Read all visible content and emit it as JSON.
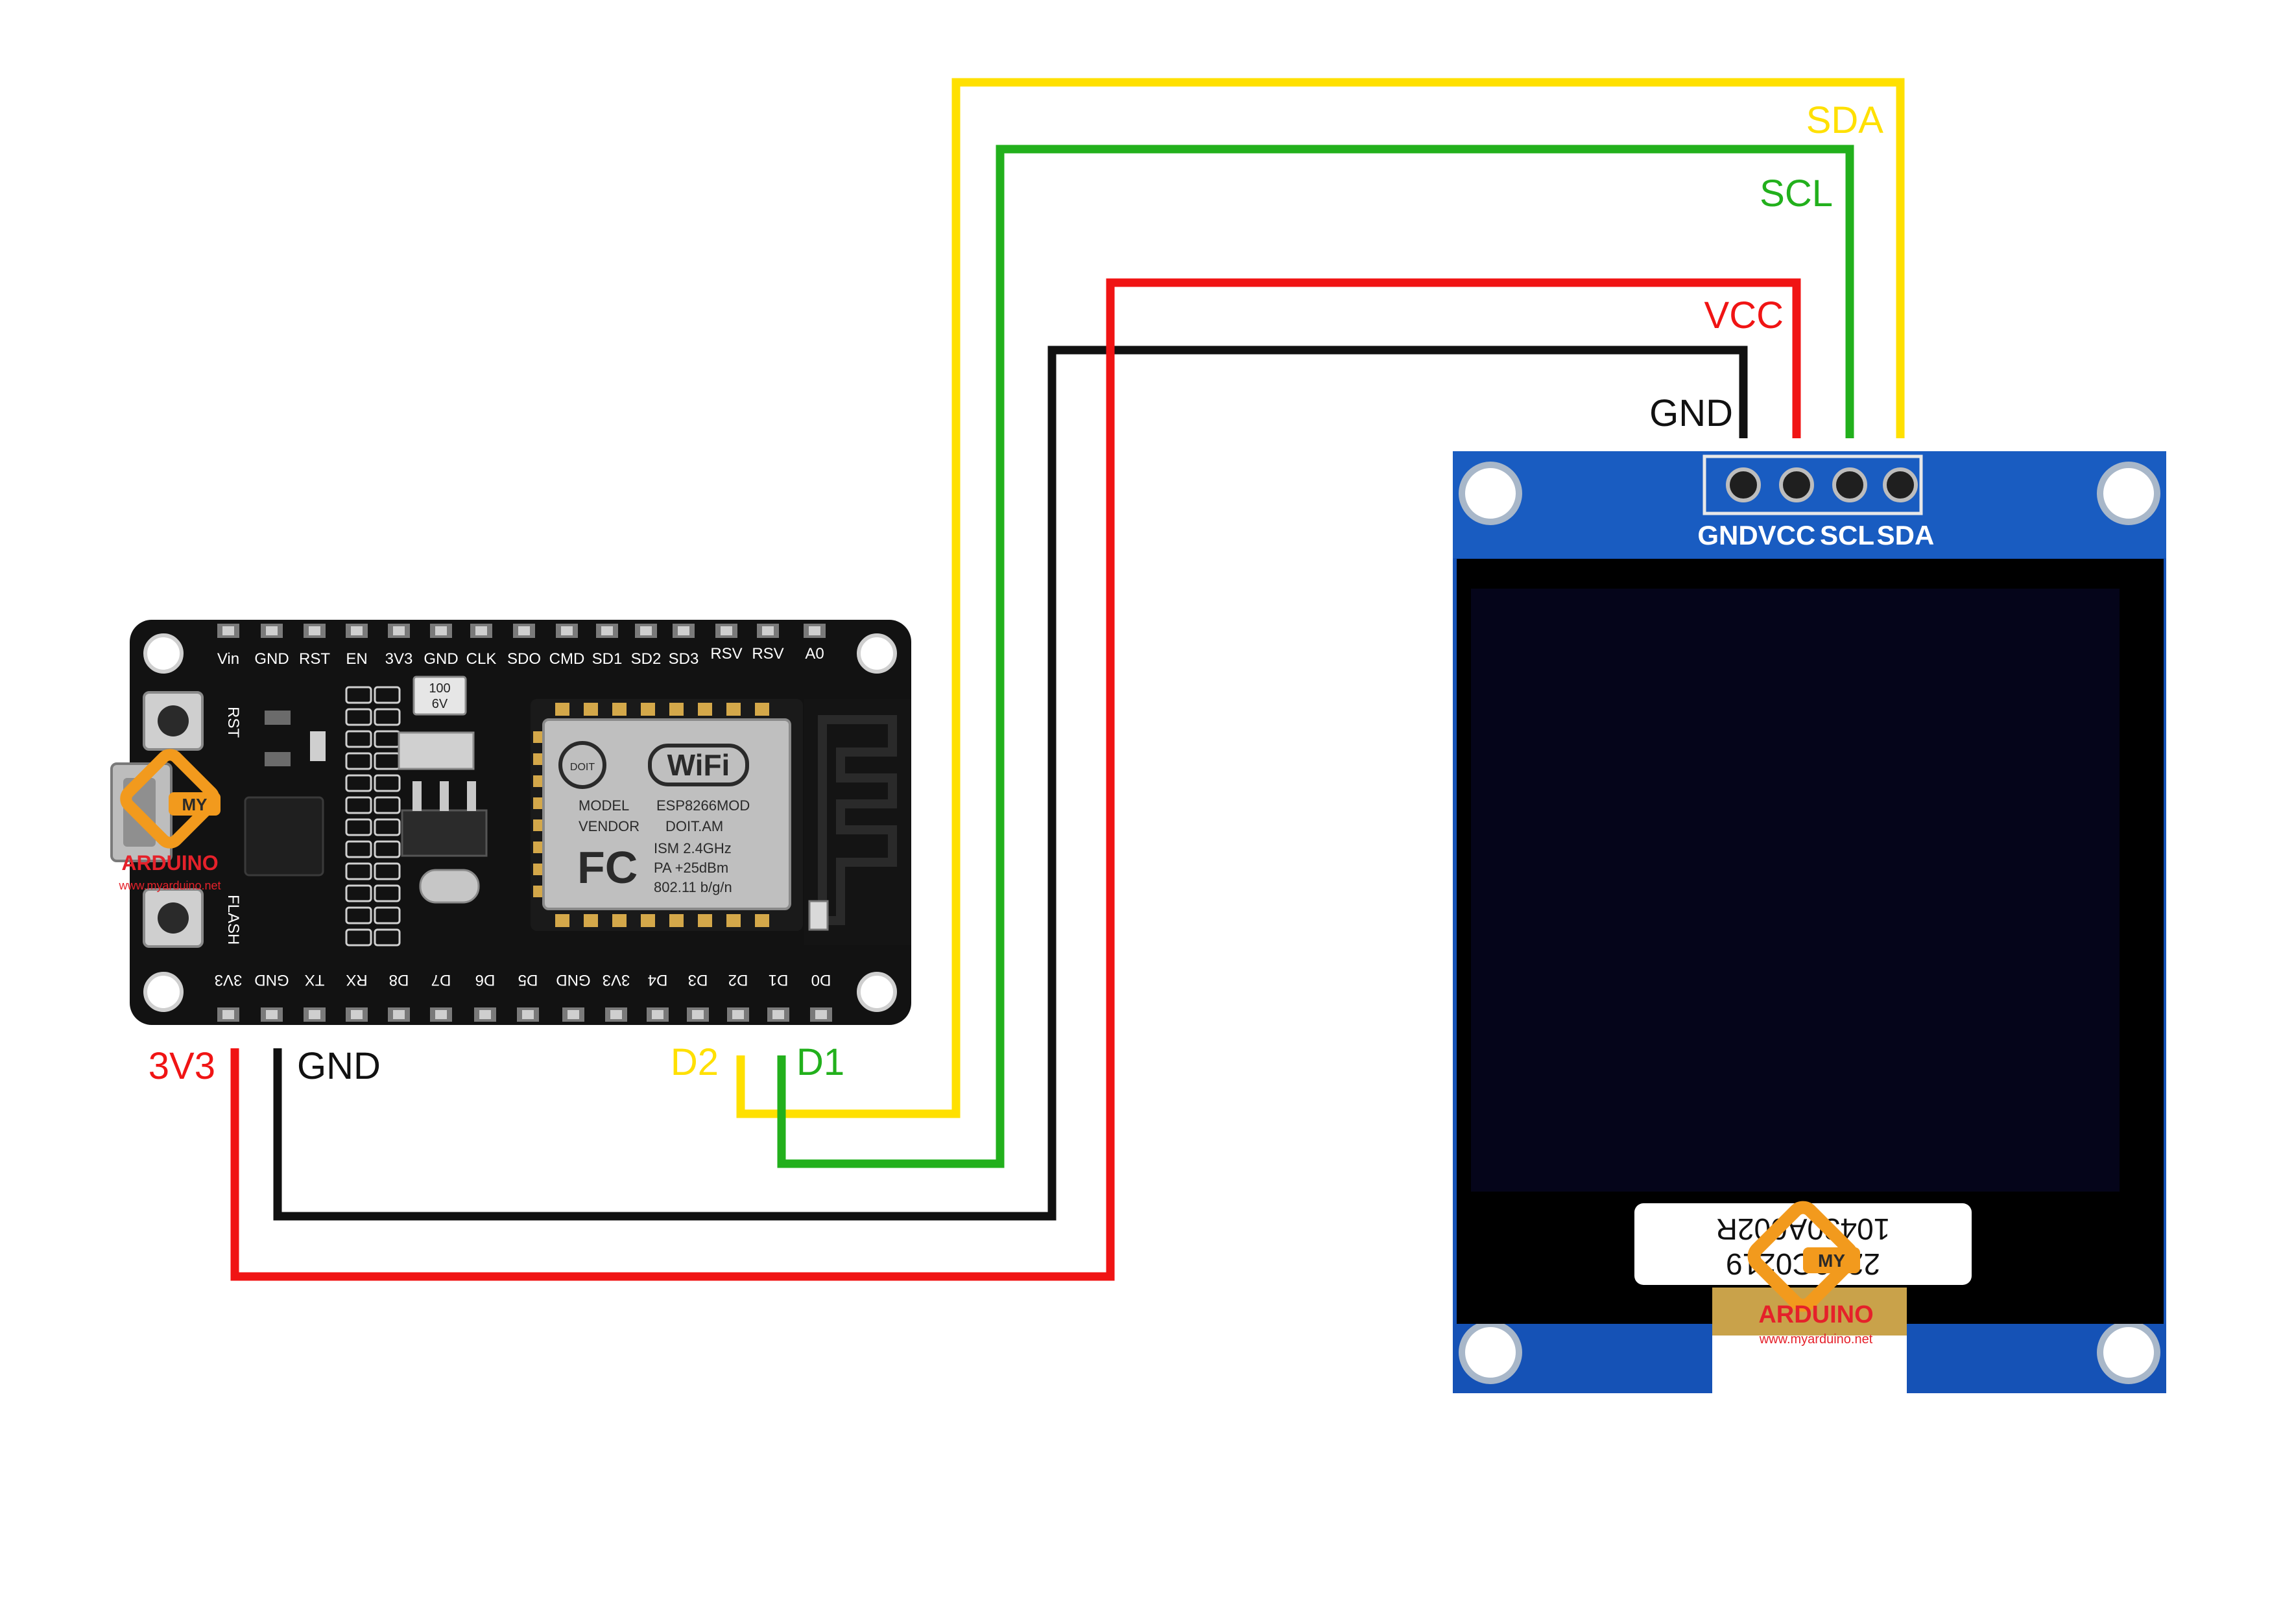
{
  "colors": {
    "sda": "#ffe000",
    "scl": "#22b01c",
    "vcc": "#f01414",
    "gnd": "#111111",
    "nodemcu_board": "#121212",
    "oled_board": "#1552b6",
    "oled_screen": "#05051a"
  },
  "wire_labels": {
    "sda": "SDA",
    "scl": "SCL",
    "vcc": "VCC",
    "gnd_oled": "GND",
    "v3": "3V3",
    "gnd_mcu": "GND",
    "d2": "D2",
    "d1": "D1"
  },
  "nodemcu": {
    "top_pins": [
      "Vin",
      "GND",
      "RST",
      "EN",
      "3V3",
      "GND",
      "CLK",
      "SDO",
      "CMD",
      "SD1",
      "SD2",
      "SD3",
      "RSV",
      "RSV",
      "A0"
    ],
    "bottom_pins": [
      "3V3",
      "GND",
      "TX",
      "RX",
      "D8",
      "D7",
      "D6",
      "D5",
      "GND",
      "3V3",
      "D4",
      "D3",
      "D2",
      "D1",
      "D0"
    ],
    "rst_label": "RST",
    "flash_label": "FLASH",
    "cap_label_1": "100",
    "cap_label_2": "6V",
    "module": {
      "logo": "WiFi",
      "brand": "DOIT",
      "model_key": "MODEL",
      "model_value": "ESP8266MOD",
      "vendor_key": "VENDOR",
      "vendor_value": "DOIT.AM",
      "fcc": "FC",
      "ism": "ISM  2.4GHz",
      "pa": "PA  +25dBm",
      "std": "802.11 b/g/n"
    }
  },
  "oled": {
    "pins": [
      "GND",
      "VCC",
      "SCL",
      "SDA"
    ],
    "sticker_line1": "10430A002R",
    "sticker_line2": "2210C0219"
  },
  "watermark": {
    "badge": "MY",
    "name": "ARDUINO",
    "url": "www.myarduino.net"
  }
}
